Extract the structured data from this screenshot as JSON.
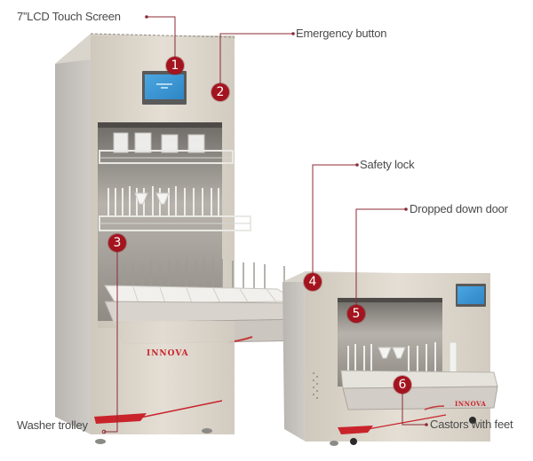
{
  "callouts": [
    {
      "number": "1",
      "label": "7”LCD Touch  Screen"
    },
    {
      "number": "2",
      "label": "Emergency button"
    },
    {
      "number": "3",
      "label": "Washer trolley"
    },
    {
      "number": "4",
      "label": "Safety lock"
    },
    {
      "number": "5",
      "label": "Dropped down door"
    },
    {
      "number": "6",
      "label": "Castors with feet"
    }
  ],
  "brand": {
    "name": "INNOVA"
  },
  "colors": {
    "accent": "#a3141f",
    "leader_line": "#8c2a35",
    "steel": "#d8d2c8",
    "screen": "#3a9ad9"
  }
}
